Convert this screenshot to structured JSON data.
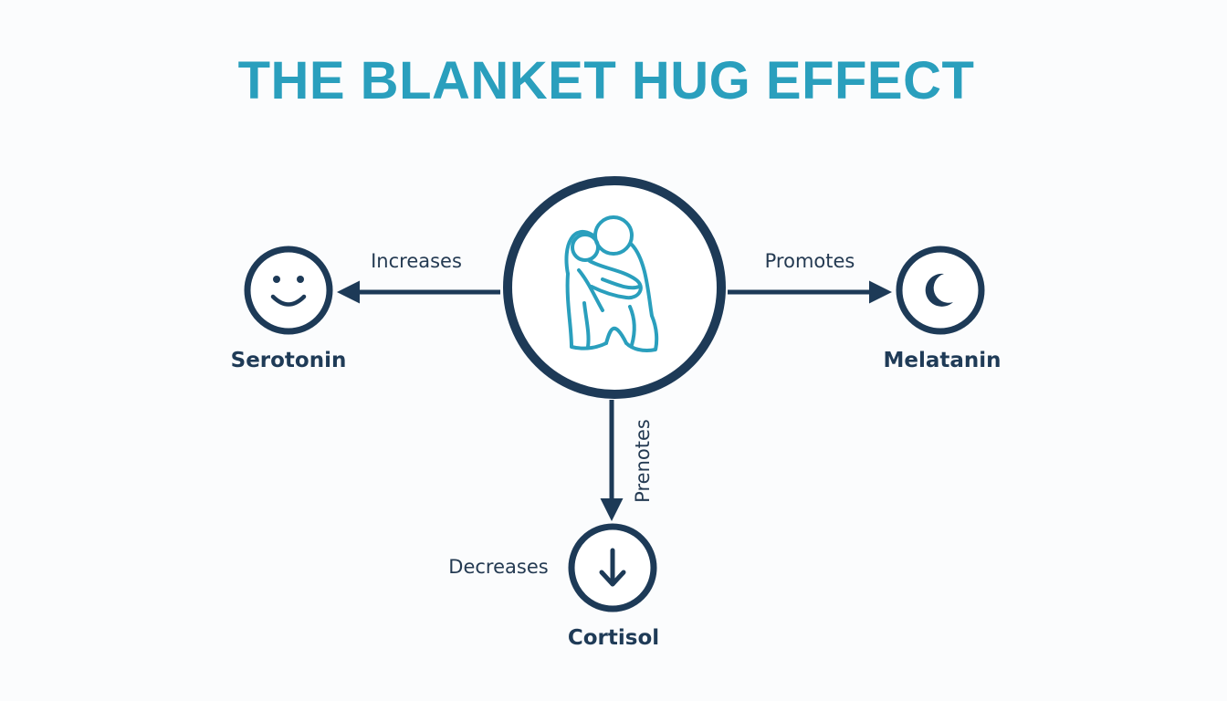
{
  "title": "THE BLANKET HUG EFFECT",
  "colors": {
    "accent": "#2a9fbd",
    "dark": "#1d3a57",
    "background": "#fbfcfd"
  },
  "center": {
    "icon": "hug-blanket-icon"
  },
  "nodes": {
    "serotonin": {
      "label": "Serotonin",
      "icon": "smile-icon"
    },
    "melatonin": {
      "label": "Melatanin",
      "icon": "crescent-moon-icon"
    },
    "cortisol": {
      "label": "Cortisol",
      "icon": "down-arrow-icon"
    }
  },
  "edges": {
    "to_serotonin": "Increases",
    "to_melatonin": "Promotes",
    "to_cortisol": "Prenotes",
    "cortisol_side": "Decreases"
  }
}
